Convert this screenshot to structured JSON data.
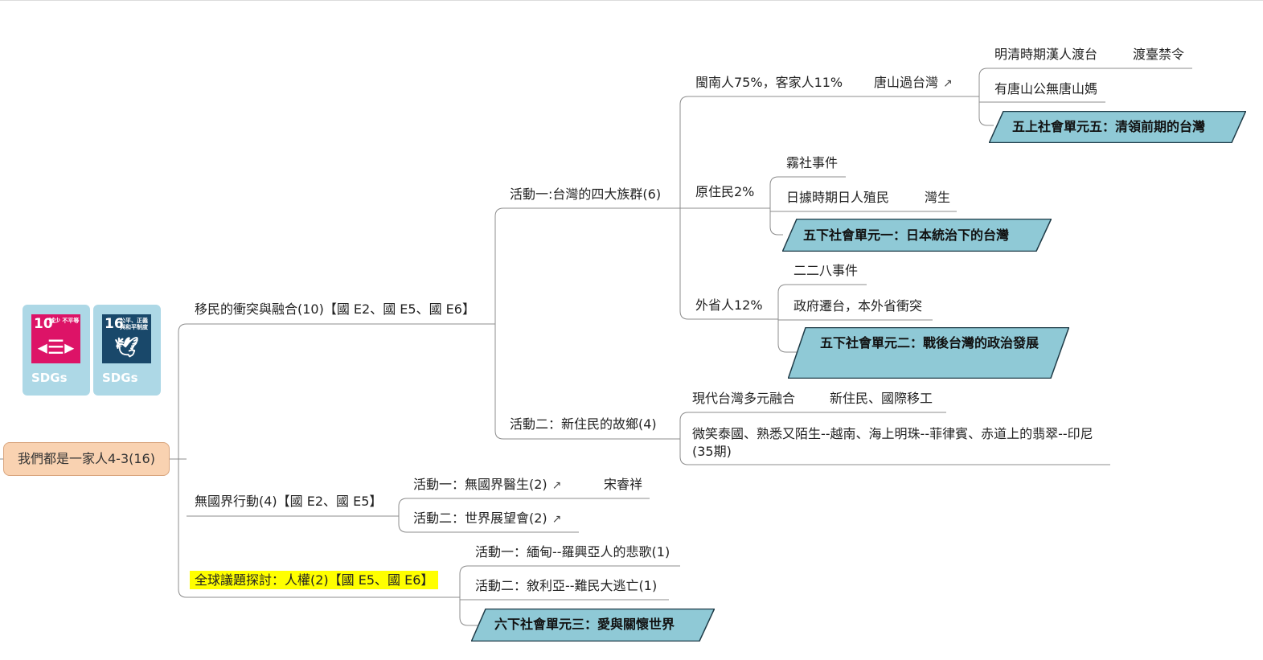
{
  "root": {
    "label": "我們都是一家人4-3(16)"
  },
  "sdg_badges": [
    {
      "number": "10",
      "title": "減少 不平等",
      "caption": "SDGs",
      "color": "#dd1367",
      "icon": "reduced-inequality-icon"
    },
    {
      "number": "16",
      "title": "公平、正義 與和平制度",
      "caption": "SDGs",
      "color": "#19486a",
      "icon": "peace-dove-icon"
    }
  ],
  "branches": {
    "migration": {
      "label": "移民的衝突與融合(10)【國 E2、國 E5、國 E6】",
      "activity1": {
        "label": "活動一:台灣的四大族群(6)",
        "minnan": {
          "label": "閩南人75%，客家人11%",
          "tangshan": "唐山過台灣",
          "qing": "明清時期漢人渡台",
          "ban": "渡臺禁令",
          "proverb": "有唐山公無唐山媽",
          "unit": "五上社會單元五：清領前期的台灣"
        },
        "aboriginal": {
          "label": "原住民2%",
          "wushe": "霧社事件",
          "colonial": "日據時期日人殖民",
          "taiwan_born": "灣生",
          "unit": "五下社會單元一：日本統治下的台灣"
        },
        "mainlander": {
          "label": "外省人12%",
          "incident": "二二八事件",
          "relocation": "政府遷台，本外省衝突",
          "unit": "五下社會單元二：戰後台灣的政治發展"
        }
      },
      "activity2": {
        "label": "活動二：新住民的故鄉(4)",
        "modern": "現代台灣多元融合",
        "new_residents": "新住民、國際移工",
        "magazine": "微笑泰國、熟悉又陌生--越南、海上明珠--菲律賓、赤道上的翡翠--印尼(35期)"
      }
    },
    "borderless": {
      "label": "無國界行動(4)【國 E2、國 E5】",
      "activity1": "活動一：無國界醫生(2)",
      "doctor_name": "宋睿祥",
      "activity2": "活動二：世界展望會(2)"
    },
    "global": {
      "label": "全球議題探討：人權(2)【國 E5、國 E6】",
      "highlight_color": "#ffff00",
      "activity1": "活動一：緬甸--羅興亞人的悲歌(1)",
      "activity2": "活動二：敘利亞--難民大逃亡(1)",
      "unit": "六下社會單元三：愛與關懷世界"
    }
  },
  "link_icon": "external-link-icon",
  "colors": {
    "root_fill": "#f9d2b1",
    "unit_fill": "#8fc9d6",
    "unit_border": "#1f3b47",
    "connector": "#8c8c8c"
  }
}
